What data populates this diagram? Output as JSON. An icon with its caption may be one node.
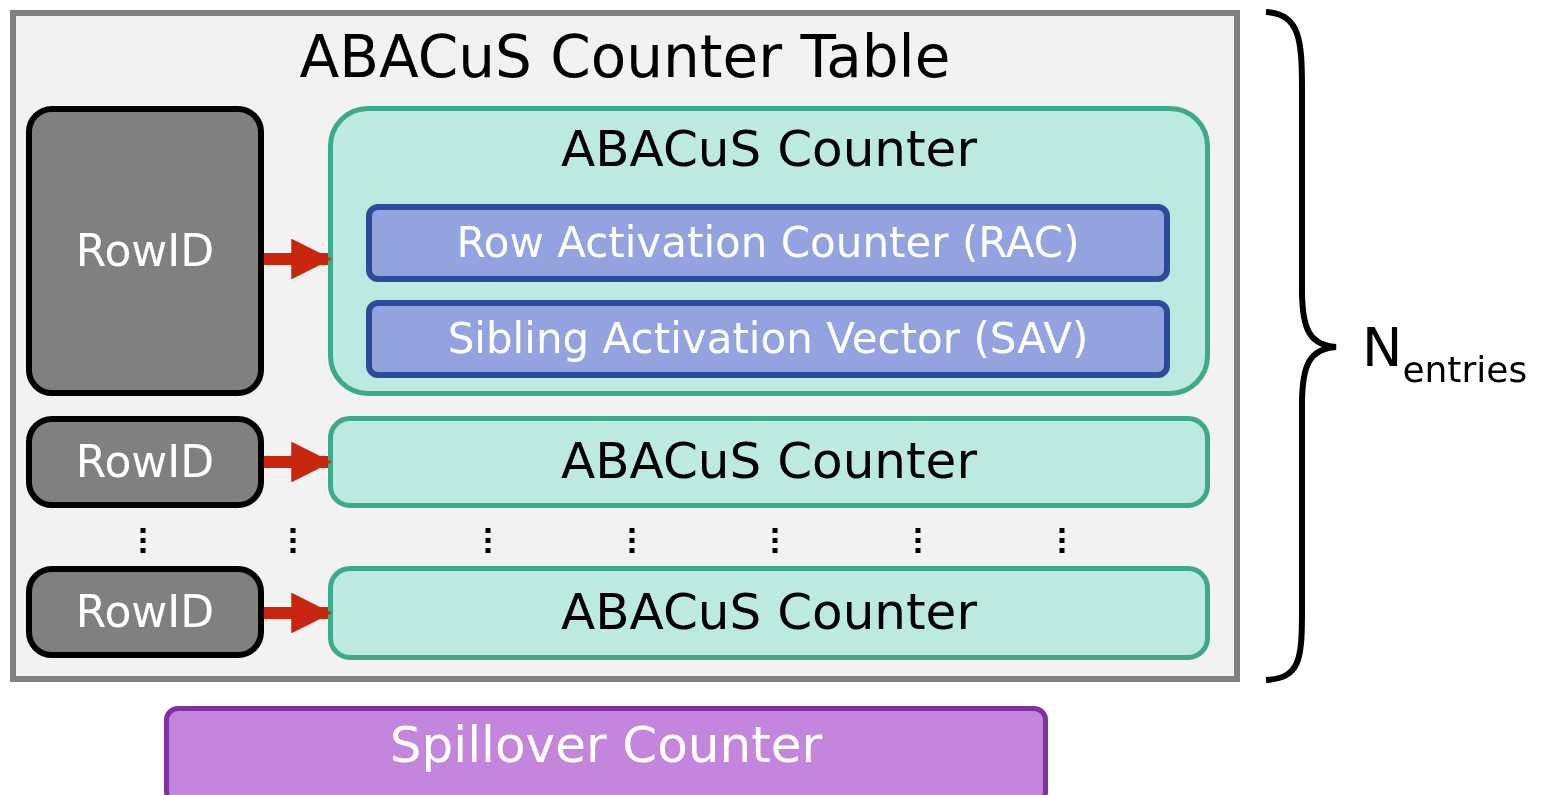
{
  "diagram": {
    "nodes": [
      {
        "text": [
          "ABACuS Counter Table"
        ]
      },
      {
        "text": [
          "RowID"
        ],
        "in": 0
      },
      {
        "text": [
          "ABACuS Counter"
        ],
        "in": 0
      },
      {
        "text": [
          "Row Activation Counter (RAC)"
        ],
        "in": 2
      },
      {
        "text": [
          "Sibling Activation Vector (SAV)"
        ],
        "in": 2
      },
      {
        "text": [
          "RowID"
        ],
        "in": 0
      },
      {
        "text": [
          "ABACuS Counter"
        ],
        "in": 0
      },
      {
        "text": [
          "RowID"
        ],
        "in": 0
      },
      {
        "text": [
          "ABACuS Counter"
        ],
        "in": 0
      },
      {
        "text": [
          "Spillover Counter"
        ]
      }
    ],
    "edges": [
      {
        "from": 1,
        "to": 2,
        "arrow": "to"
      },
      {
        "from": 5,
        "to": 6,
        "arrow": "to"
      },
      {
        "from": 7,
        "to": 8,
        "arrow": "to"
      }
    ],
    "labels": [
      "N$_{entries}$"
    ]
  }
}
